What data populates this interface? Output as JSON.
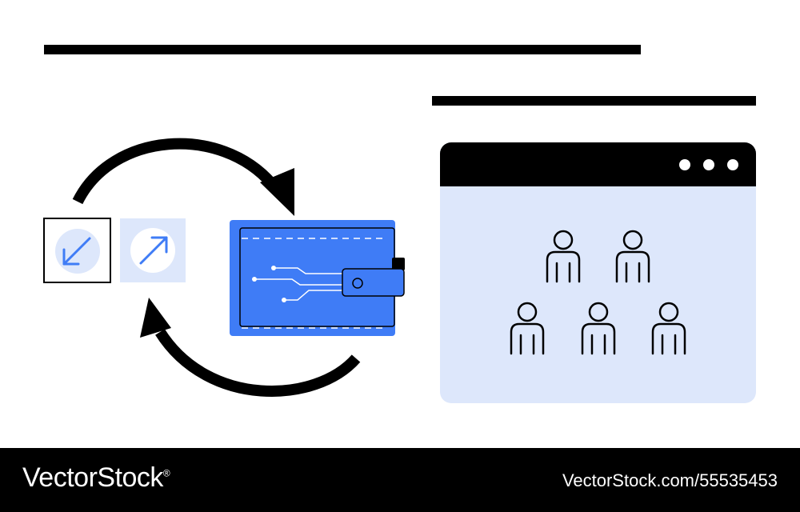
{
  "colors": {
    "accent_blue": "#3f7cf6",
    "light_blue": "#dde7fb",
    "ink": "#000000",
    "background": "#ffffff"
  },
  "icons": {
    "cycle": "circular-arrows-icon",
    "incoming": "arrow-down-left-icon",
    "outgoing": "arrow-up-right-icon",
    "wallet": "digital-wallet-icon",
    "window": "browser-window-icon",
    "users": "person-icon"
  },
  "window": {
    "dots": 3,
    "people": 5
  },
  "footer": {
    "brand": "VectorStock",
    "registered_mark": "®",
    "image_id": "VectorStock.com/55535453"
  }
}
